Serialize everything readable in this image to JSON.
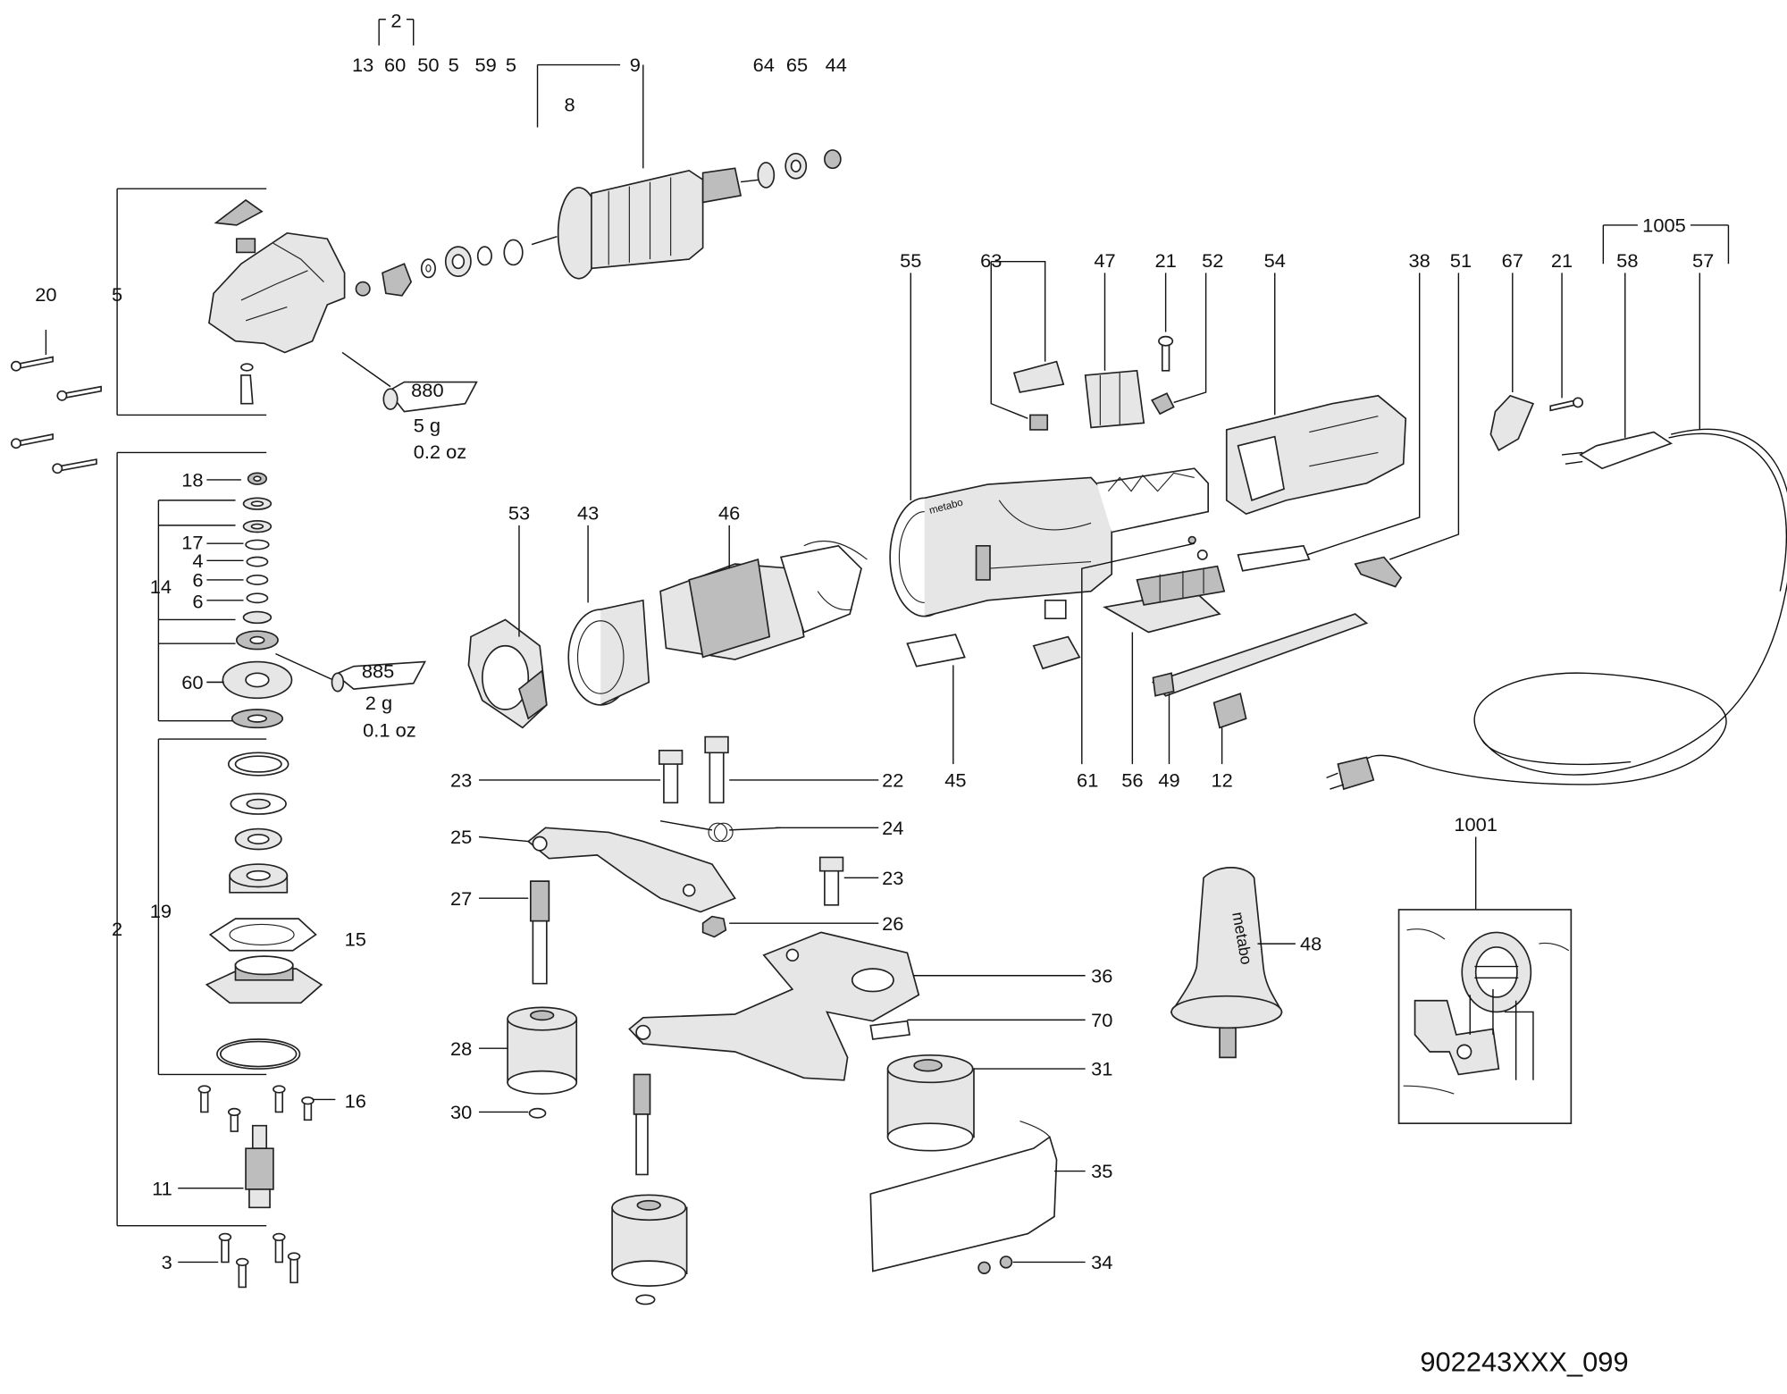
{
  "labels": {
    "p2": "2",
    "p13": "13",
    "p60a": "60",
    "p50": "50",
    "p5a": "5",
    "p59": "59",
    "p5b": "5",
    "p9": "9",
    "p8": "8",
    "p64": "64",
    "p65": "65",
    "p44": "44",
    "p20": "20",
    "p5c": "5",
    "p880": "880",
    "g880a": "5 g",
    "g880b": "0.2 oz",
    "p18": "18",
    "p17": "17",
    "p4": "4",
    "p6a": "6",
    "p6b": "6",
    "p14": "14",
    "p60b": "60",
    "p885": "885",
    "g885a": "2 g",
    "g885b": "0.1 oz",
    "p19": "19",
    "p15": "15",
    "p2b": "2",
    "p16": "16",
    "p11": "11",
    "p3": "3",
    "p53": "53",
    "p43": "43",
    "p46": "46",
    "p55": "55",
    "p63": "63",
    "p47": "47",
    "p21a": "21",
    "p52": "52",
    "p54": "54",
    "p38": "38",
    "p51": "51",
    "p67": "67",
    "p21b": "21",
    "p1005": "1005",
    "p58": "58",
    "p57": "57",
    "p45": "45",
    "p61": "61",
    "p56": "56",
    "p49": "49",
    "p12": "12",
    "p23a": "23",
    "p22": "22",
    "p24": "24",
    "p25": "25",
    "p23b": "23",
    "p27": "27",
    "p26": "26",
    "p36": "36",
    "p70": "70",
    "p28": "28",
    "p31": "31",
    "p30": "30",
    "p35": "35",
    "p34": "34",
    "p48": "48",
    "p1001": "1001",
    "brand": "metabo"
  },
  "drawing_code": "902243XXX_099"
}
